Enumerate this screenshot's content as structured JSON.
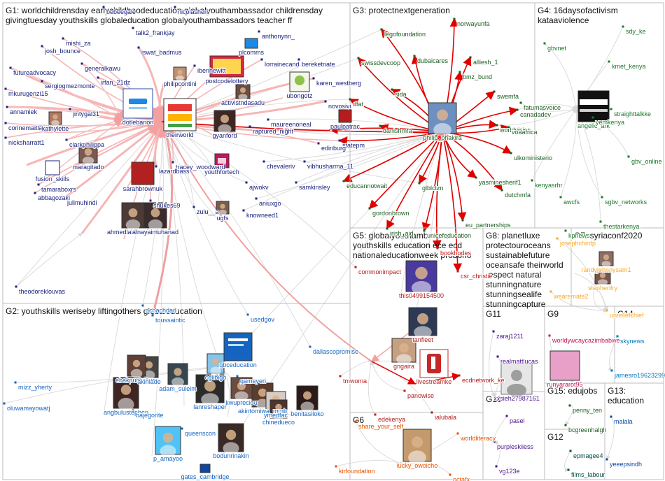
{
  "groups": [
    {
      "id": "G1",
      "title_lines": [
        "G1: worldchildrensday earlychildhoodeducation globalyouthambassador childrensday",
        "givingtuesday youthskills globaleducation globalyouthambassadors teacher ff"
      ],
      "color": "#1a237e"
    },
    {
      "id": "G2",
      "title_lines": [
        "G2: youthskills weriseby liftingothers globaleducation"
      ],
      "color": "#1565c0"
    },
    {
      "id": "G3",
      "title_lines": [
        "G3: protectnextgeneration"
      ],
      "color": "#1b5e20"
    },
    {
      "id": "G4",
      "title_lines": [
        "G4: 16daysofactivism",
        "kataaviolence"
      ],
      "color": "#1b7a2a"
    },
    {
      "id": "G5",
      "title_lines": [
        "G5: globalyouthambassador",
        "youthskills education ece ecd",
        "nationaleducationweek probono"
      ],
      "color": "#b71c1c"
    },
    {
      "id": "G6",
      "title_lines": [
        "G6"
      ],
      "color": "#e65100"
    },
    {
      "id": "G7",
      "title_lines": [
        "G7: syriaconf2020"
      ],
      "color": "#f9a825"
    },
    {
      "id": "G8",
      "title_lines": [
        "G8: planetluxe",
        "protectouroceans",
        "sustainablefuture",
        "oceansafe theirworld",
        "respect natural",
        "stunningnature",
        "stunningsealife",
        "stunningcapture"
      ],
      "color": "#c8c8c8"
    },
    {
      "id": "G9",
      "title_lines": [
        "G9"
      ],
      "color": "#c2185b"
    },
    {
      "id": "G10",
      "title_lines": [
        "G10"
      ],
      "color": "#4a148c"
    },
    {
      "id": "G11",
      "title_lines": [
        "G11"
      ],
      "color": "#4a148c"
    },
    {
      "id": "G12",
      "title_lines": [
        "G12"
      ],
      "color": "#004d40"
    },
    {
      "id": "G13",
      "title_lines": [
        "G13:",
        "education"
      ],
      "color": "#0d47a1"
    },
    {
      "id": "G14",
      "title_lines": [
        "G14"
      ],
      "color": "#0277bd"
    },
    {
      "id": "G15",
      "title_lines": [
        "G15: edujobs"
      ],
      "color": "#1b5e20"
    }
  ],
  "nodes": [
    {
      "id": "mishi_za",
      "g": "G1"
    },
    {
      "id": "talk2_frankjay",
      "g": "G1"
    },
    {
      "id": "anthonynn_",
      "g": "G1"
    },
    {
      "id": "josh_bounce",
      "g": "G1"
    },
    {
      "id": "iswat_badmus",
      "g": "G1"
    },
    {
      "id": "generalkawu",
      "g": "G1"
    },
    {
      "id": "futureadvocacy",
      "g": "G1"
    },
    {
      "id": "irfan_21dz",
      "g": "G1"
    },
    {
      "id": "ibenhewitt",
      "g": "G1"
    },
    {
      "id": "sergiogmezmonte",
      "g": "G1"
    },
    {
      "id": "mkurugenzi15",
      "g": "G1"
    },
    {
      "id": "annamiek",
      "g": "G1"
    },
    {
      "id": "jintygal31",
      "g": "G1"
    },
    {
      "id": "corinemaitlandw",
      "g": "G1"
    },
    {
      "id": "kathylette",
      "g": "G1"
    },
    {
      "id": "nicksharratt1",
      "g": "G1"
    },
    {
      "id": "clarkphilippa",
      "g": "G1"
    },
    {
      "id": "fusion_skills",
      "g": "G1"
    },
    {
      "id": "maragitado",
      "g": "G1"
    },
    {
      "id": "tamaraboxrs",
      "g": "G1"
    },
    {
      "id": "abbagozaki",
      "g": "G1"
    },
    {
      "id": "julimuhindi",
      "g": "G1"
    },
    {
      "id": "dotlebanon",
      "g": "G1"
    },
    {
      "id": "theirworld",
      "g": "G1"
    },
    {
      "id": "philipcontini",
      "g": "G1"
    },
    {
      "id": "postcodelottery",
      "g": "G1"
    },
    {
      "id": "plcomms",
      "g": "G1"
    },
    {
      "id": "lorrainecand",
      "g": "G1"
    },
    {
      "id": "bereketnate",
      "g": "G1"
    },
    {
      "id": "karen_westberg",
      "g": "G1"
    },
    {
      "id": "ubongotz",
      "g": "G1"
    },
    {
      "id": "activistndasadu",
      "g": "G1"
    },
    {
      "id": "novosivi",
      "g": "G1"
    },
    {
      "id": "maureenoneal",
      "g": "G1"
    },
    {
      "id": "gyanford",
      "g": "G1"
    },
    {
      "id": "raptured_night",
      "g": "G1"
    },
    {
      "id": "paulpatrac",
      "g": "G1"
    },
    {
      "id": "statepm",
      "g": "G1"
    },
    {
      "id": "edinburg",
      "g": "G1"
    },
    {
      "id": "chevaleriv",
      "g": "G1"
    },
    {
      "id": "vibhusharma_11",
      "g": "G1"
    },
    {
      "id": "tracey_woodward",
      "g": "G1"
    },
    {
      "id": "lazardbass",
      "g": "G1"
    },
    {
      "id": "sarahbrownuk",
      "g": "G1"
    },
    {
      "id": "youthfortech",
      "g": "G1"
    },
    {
      "id": "ajwokv",
      "g": "G1"
    },
    {
      "id": "samkinsley",
      "g": "G1"
    },
    {
      "id": "shukes69",
      "g": "G1"
    },
    {
      "id": "aniuxgo",
      "g": "G1"
    },
    {
      "id": "zulu__a",
      "g": "G1"
    },
    {
      "id": "knowneed1",
      "g": "G1"
    },
    {
      "id": "ugfs",
      "g": "G1"
    },
    {
      "id": "ahmedlaithmohm1",
      "g": "G1"
    },
    {
      "id": "alnayaimuhanad",
      "g": "G1"
    },
    {
      "id": "theodoreklouvas",
      "g": "G1"
    },
    {
      "id": "bebeegale",
      "g": "G1"
    },
    {
      "id": "nicolasherr",
      "g": "G1"
    },
    {
      "id": "ochachdad",
      "g": "G2"
    },
    {
      "id": "toussaintic",
      "g": "G2"
    },
    {
      "id": "usedgov",
      "g": "G2"
    },
    {
      "id": "dallascopromise",
      "g": "G2"
    },
    {
      "id": "mizz_yherty",
      "g": "G2"
    },
    {
      "id": "gbceducation",
      "g": "G2"
    },
    {
      "id": "cglibigo",
      "g": "G2"
    },
    {
      "id": "gameyeri",
      "g": "G2"
    },
    {
      "id": "adam_suleim",
      "g": "G2"
    },
    {
      "id": "oluwamayowatj",
      "g": "G2"
    },
    {
      "id": "angbulustephen",
      "g": "G2"
    },
    {
      "id": "bajegorite",
      "g": "G2"
    },
    {
      "id": "lanreshaper",
      "g": "G2"
    },
    {
      "id": "kwupreciou",
      "g": "G2"
    },
    {
      "id": "akintomiwa_mmb",
      "g": "G2"
    },
    {
      "id": "benitasiloko",
      "g": "G2"
    },
    {
      "id": "queenscon",
      "g": "G2"
    },
    {
      "id": "ymedfac",
      "g": "G2"
    },
    {
      "id": "p_amayoo",
      "g": "G2"
    },
    {
      "id": "bodunrinakin",
      "g": "G2"
    },
    {
      "id": "gates_cambridge",
      "g": "G2"
    },
    {
      "id": "ebakpuchukwu",
      "g": "G2"
    },
    {
      "id": "akinlade",
      "g": "G2"
    },
    {
      "id": "chinedueco",
      "g": "G2"
    },
    {
      "id": "swissdevcoop",
      "g": "G3"
    },
    {
      "id": "legofoundation",
      "g": "G3"
    },
    {
      "id": "dubaicares",
      "g": "G3"
    },
    {
      "id": "norwayunfa",
      "g": "G3"
    },
    {
      "id": "alliesh_1",
      "g": "G3"
    },
    {
      "id": "bmz_bund",
      "g": "G3"
    },
    {
      "id": "swemfa",
      "g": "G3"
    },
    {
      "id": "fatumasvoice",
      "g": "G3"
    },
    {
      "id": "sida",
      "g": "G3"
    },
    {
      "id": "dfat",
      "g": "G3"
    },
    {
      "id": "canadadev",
      "g": "G3"
    },
    {
      "id": "philip_phakira",
      "g": "G3"
    },
    {
      "id": "danishmfa",
      "g": "G3"
    },
    {
      "id": "worldvision",
      "g": "G3"
    },
    {
      "id": "voaafrica",
      "g": "G3"
    },
    {
      "id": "ulkoministerio",
      "g": "G3"
    },
    {
      "id": "educannotwait",
      "g": "G3"
    },
    {
      "id": "glblctzn",
      "g": "G3"
    },
    {
      "id": "yasminesherif1",
      "g": "G3"
    },
    {
      "id": "dutchmfa",
      "g": "G3"
    },
    {
      "id": "gordonbrown",
      "g": "G3"
    },
    {
      "id": "eu_partnerships",
      "g": "G3"
    },
    {
      "id": "irish_aid",
      "g": "G3"
    },
    {
      "id": "unicefeducation",
      "g": "G3"
    },
    {
      "id": "sdy_ke",
      "g": "G4"
    },
    {
      "id": "gbvnet",
      "g": "G4"
    },
    {
      "id": "kmet_kenya",
      "g": "G4"
    },
    {
      "id": "straighttalkke",
      "g": "G4"
    },
    {
      "id": "angelic_ark",
      "g": "G4"
    },
    {
      "id": "yemkenya",
      "g": "G4"
    },
    {
      "id": "gbv_online",
      "g": "G4"
    },
    {
      "id": "kenyasrhr",
      "g": "G4"
    },
    {
      "id": "awcfs",
      "g": "G4"
    },
    {
      "id": "sgbv_networks",
      "g": "G4"
    },
    {
      "id": "thestarkenya",
      "g": "G4"
    },
    {
      "id": "kpnews",
      "g": "G4"
    },
    {
      "id": "bookhodes",
      "g": "G5"
    },
    {
      "id": "commonimpact",
      "g": "G5"
    },
    {
      "id": "csr_christie",
      "g": "G5"
    },
    {
      "id": "this0499154500",
      "g": "G5"
    },
    {
      "id": "tanfieet",
      "g": "G5"
    },
    {
      "id": "gngaira",
      "g": "G5"
    },
    {
      "id": "tmwoma",
      "g": "G5"
    },
    {
      "id": "livestreamke",
      "g": "G5"
    },
    {
      "id": "ecdnetwork_ke",
      "g": "G5"
    },
    {
      "id": "panowise",
      "g": "G5"
    },
    {
      "id": "edekenya",
      "g": "G5"
    },
    {
      "id": "ialubala",
      "g": "G5"
    },
    {
      "id": "share_your_self",
      "g": "G6"
    },
    {
      "id": "worldliteracy",
      "g": "G6"
    },
    {
      "id": "lucky_owoicho",
      "g": "G6"
    },
    {
      "id": "kirfoundation",
      "g": "G6"
    },
    {
      "id": "octafx",
      "g": "G6"
    },
    {
      "id": "josephchirdp",
      "g": "G7"
    },
    {
      "id": "randyjohnnysam1",
      "g": "G7"
    },
    {
      "id": "stephenfry",
      "g": "G7"
    },
    {
      "id": "unreliefchief",
      "g": "G7"
    },
    {
      "id": "wearemate2",
      "g": "G7"
    },
    {
      "id": "zaraj1211",
      "g": "G11"
    },
    {
      "id": "realmattlucas",
      "g": "G11"
    },
    {
      "id": "xxsieh27987161",
      "g": "G11"
    },
    {
      "id": "worldywcaycazimbabwe",
      "g": "G9"
    },
    {
      "id": "runyararot95",
      "g": "G9"
    },
    {
      "id": "skynews",
      "g": "G14"
    },
    {
      "id": "jamesro19623299",
      "g": "G14"
    },
    {
      "id": "pasel",
      "g": "G10"
    },
    {
      "id": "purpleskiiess",
      "g": "G10"
    },
    {
      "id": "vg123e",
      "g": "G10"
    },
    {
      "id": "penny_ten",
      "g": "G15"
    },
    {
      "id": "bcgreenhalgh",
      "g": "G15"
    },
    {
      "id": "epmagee4",
      "g": "G12"
    },
    {
      "id": "films_labour",
      "g": "G12"
    },
    {
      "id": "malala",
      "g": "G13"
    },
    {
      "id": "yeeepsindh",
      "g": "G13"
    }
  ]
}
